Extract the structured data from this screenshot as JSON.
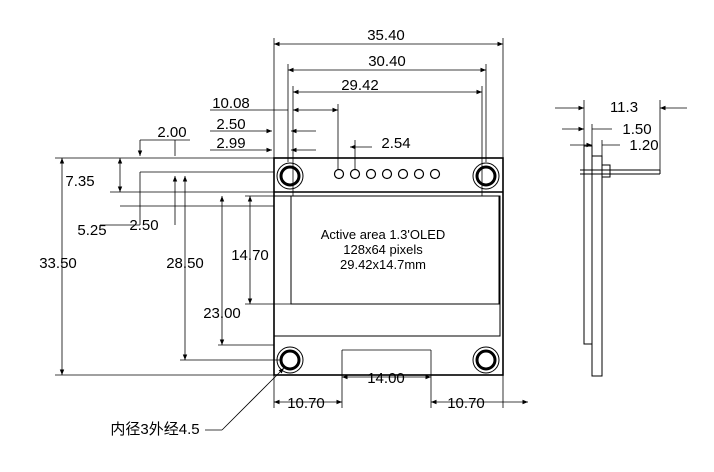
{
  "front_view": {
    "dimensions": {
      "board_width": "35.40",
      "hole_spacing_x": "30.40",
      "active_area_width": "29.42",
      "d_10_08": "10.08",
      "d_2_50_top": "2.50",
      "d_2_99": "2.99",
      "d_2_00": "2.00",
      "pin_pitch": "2.54",
      "d_7_35": "7.35",
      "d_5_25": "5.25",
      "d_2_50_left": "2.50",
      "board_height": "33.50",
      "hole_spacing_y": "28.50",
      "active_area_height": "14.70",
      "d_23_00": "23.00",
      "bottom_center": "14.00",
      "bottom_left_offset": "10.70",
      "bottom_right_offset": "10.70"
    },
    "active_area": {
      "line1": "Active area 1.3'OLED",
      "line2": "128x64 pixels",
      "line3": "29.42x14.7mm"
    },
    "hole_note": "内径3外经4.5",
    "pin_count": 7
  },
  "side_view": {
    "dimensions": {
      "total_thickness": "11.3",
      "d_1_50": "1.50",
      "d_1_20": "1.20"
    }
  }
}
